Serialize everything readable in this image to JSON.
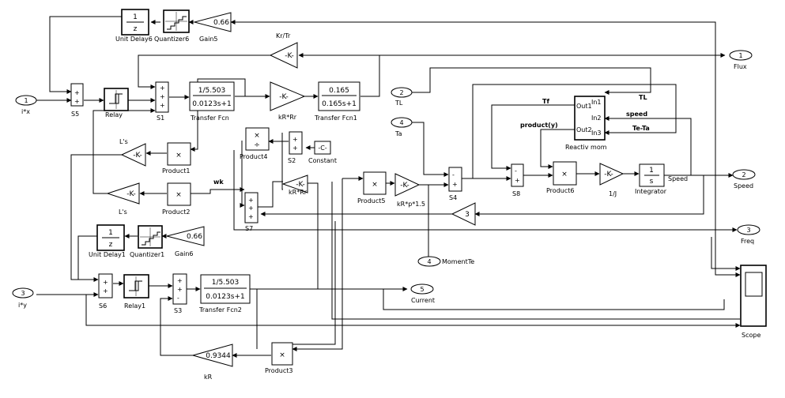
{
  "ports": {
    "in_isx": {
      "num": "1",
      "name": "i*x"
    },
    "in_isy": {
      "num": "3",
      "name": "i*y"
    },
    "in_tl": {
      "num": "2",
      "name": "TL"
    },
    "in_ta": {
      "num": "4",
      "name": "Ta"
    },
    "out_flux": {
      "num": "1",
      "name": "Flux"
    },
    "out_speed": {
      "num": "2",
      "name": "Speed"
    },
    "out_freq": {
      "num": "3",
      "name": "Freq"
    },
    "out_moment": {
      "num": "4",
      "name": "MomentTe"
    },
    "out_current": {
      "num": "5",
      "name": "Current"
    }
  },
  "blocks": {
    "unit_delay6": {
      "num": "1",
      "den": "z",
      "name": "Unit Delay6"
    },
    "quantizer6": {
      "name": "Quantizer6"
    },
    "gain5": {
      "value": "0.66",
      "name": "Gain5"
    },
    "gain_krtr": {
      "value": "-K-",
      "name": "Kr/Tr"
    },
    "s5": {
      "name": "S5"
    },
    "relay": {
      "name": "Relay"
    },
    "s1": {
      "name": "S1"
    },
    "tf1": {
      "num": "1/5.503",
      "den": "0.0123s+1",
      "name": "Transfer Fcn"
    },
    "gain_krrr": {
      "value": "-K-",
      "name": "kR*Rr"
    },
    "tf_fcn1": {
      "num": "0.165",
      "den": "0.165s+1",
      "name": "Transfer Fcn1"
    },
    "reactiv": {
      "name": "Reactiv mom",
      "out1": "Out1",
      "out2": "Out2",
      "in1": "In1",
      "in2": "In2",
      "in3": "In3"
    },
    "product4": {
      "name": "Product4"
    },
    "s2": {
      "name": "S2"
    },
    "constant": {
      "value": "-C-",
      "name": "Constant"
    },
    "gain_ls1": {
      "value": "-K-",
      "name": "L's"
    },
    "product1": {
      "name": "Product1"
    },
    "gain_ls2": {
      "value": "-K-",
      "name": "L's"
    },
    "product2": {
      "name": "Product2"
    },
    "gain_krr": {
      "value": "-K-",
      "name": "kR*Rr"
    },
    "s7": {
      "name": "S7"
    },
    "product5": {
      "name": "Product5"
    },
    "gain_krp": {
      "value": "-K-",
      "name": "kR*p*1.5"
    },
    "s4": {
      "name": "S4"
    },
    "s8": {
      "name": "S8"
    },
    "product6": {
      "name": "Product6"
    },
    "gain_j": {
      "value": "-K-",
      "name": "1/J"
    },
    "integrator": {
      "num": "1",
      "den": "s",
      "name": "Integrator"
    },
    "gain3": {
      "value": "3"
    },
    "unit_delay1": {
      "num": "1",
      "den": "z",
      "name": "Unit Delay1"
    },
    "quantizer1": {
      "name": "Quantizer1"
    },
    "gain6": {
      "value": "0.66",
      "name": "Gain6"
    },
    "s6": {
      "name": "S6"
    },
    "relay1": {
      "name": "Relay1"
    },
    "s3": {
      "name": "S3"
    },
    "tf2": {
      "num": "1/5.503",
      "den": "0.0123s+1",
      "name": "Transfer Fcn2"
    },
    "gain_kr": {
      "value": "0.9344",
      "name": "kR"
    },
    "product3": {
      "name": "Product3"
    },
    "scope": {
      "name": "Scope"
    }
  },
  "signals": {
    "tf": "Tf",
    "product_y": "product(y)",
    "tl": "TL",
    "speed": "speed",
    "te_ta": "Te-Ta",
    "speed_out": "Speed",
    "ls": "L's",
    "wk": "wk"
  }
}
